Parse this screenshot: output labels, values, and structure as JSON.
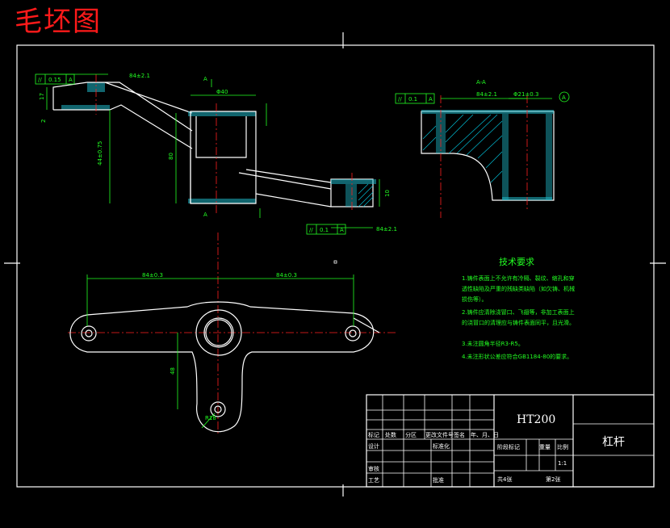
{
  "overlay_title": "毛坯图",
  "section_label": "A-A",
  "view_marks": {
    "a1": "A",
    "a2": "A"
  },
  "dimensions": {
    "d_top_left": "84±2.1",
    "d_flange": "Φ40",
    "d_height": "80",
    "d_left_v1": "17",
    "d_left_v2": "2",
    "d_left_tall": "44±0.75",
    "d_right_v": "10",
    "d_right_h": "84±2.1",
    "d_sec_left": "84±2.1",
    "d_sec_right": "Φ21±0.3",
    "d_plan_left": "84±0.3",
    "d_plan_right": "84±0.3",
    "d_plan_v": "48",
    "d_plan_r": "R18"
  },
  "tolerances": {
    "t1": {
      "sym": "//",
      "val": "0.15",
      "ref": "A"
    },
    "t2": {
      "sym": "//",
      "val": "0.1",
      "ref": "A"
    },
    "t3": {
      "sym": "//",
      "val": "0.1",
      "ref": "A"
    }
  },
  "datum_marker": "A",
  "tech_requirements": {
    "title": "技术要求",
    "items": [
      "1.铸件表面上不允许有冷隔、裂纹、缩孔和穿",
      "透性缺陷及严重的残缺类缺陷（如欠铸、机械",
      "损伤等）。",
      "2.铸件应清除浇冒口、飞翅等，非加工表面上",
      "的浇冒口的清理应与铸件表面同平，且光滑。",
      "3.未注圆角半径R3-R5。",
      "4.未注形状公差应符合GB1184-80的要求。"
    ]
  },
  "title_block": {
    "material": "HT200",
    "part_name": "杠杆",
    "row_headers": [
      "标记",
      "处数",
      "分区",
      "更改文件号",
      "签名",
      "年、月、日"
    ],
    "design": "设计",
    "standardization": "标准化",
    "review": "审核",
    "process": "工艺",
    "approve": "批准",
    "stage_mark": "阶段标记",
    "weight": "重量",
    "scale": "比例",
    "scale_value": "1:1",
    "sheets_total": "共4张",
    "sheet_no": "第2张"
  }
}
